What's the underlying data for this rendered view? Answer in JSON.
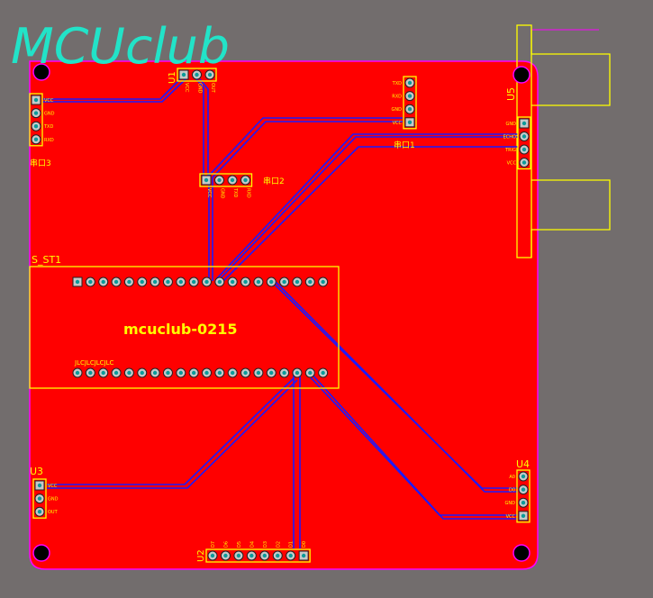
{
  "logo": "MCUclub",
  "board_label": "mcuclub-0215",
  "jlc_label": "JLCJLCJLCJLC",
  "colors": {
    "background": "#726d6d",
    "board": "#ff0000",
    "outline": "#ff00ff",
    "silk": "#ffff00",
    "trace": "#1a1aff",
    "logo": "#22e3c8"
  },
  "components": {
    "s_st1": {
      "designator": "S_ST1",
      "pins_per_row": 20
    },
    "u1": {
      "designator": "U1",
      "pins": [
        "VCC",
        "GND",
        "OUT"
      ]
    },
    "u2": {
      "designator": "U2",
      "pins": [
        "D7",
        "D6",
        "D5",
        "D4",
        "D3",
        "D2",
        "D1",
        "D0"
      ]
    },
    "u3": {
      "designator": "U3",
      "pins": [
        "VCC",
        "GND",
        "OUT"
      ]
    },
    "u4": {
      "designator": "U4",
      "pins": [
        "A0",
        "D0",
        "GND",
        "VCC"
      ]
    },
    "u5": {
      "designator": "U5",
      "pins": [
        "GND",
        "ECHO",
        "TRIG",
        "VCC"
      ]
    },
    "uart1": {
      "designator": "串口1",
      "pins": [
        "TXD",
        "RXD",
        "GND",
        "VCC"
      ]
    },
    "uart2": {
      "designator": "串口2",
      "pins": [
        "VCC",
        "GND",
        "TXD",
        "RXD"
      ]
    },
    "uart3": {
      "designator": "串口3",
      "pins": [
        "VCC",
        "GND",
        "TXD",
        "RXD"
      ]
    }
  }
}
